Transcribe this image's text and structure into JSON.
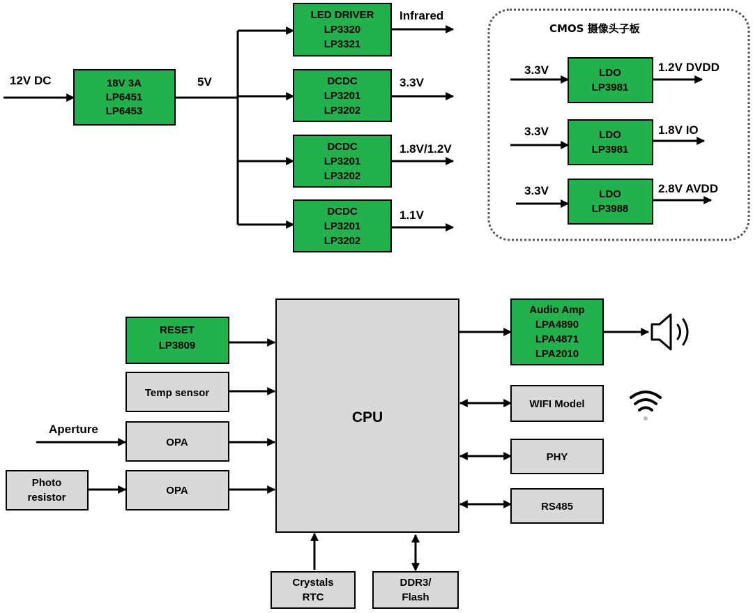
{
  "colors": {
    "green": "#22b14c",
    "gray": "#d9d9d9",
    "stroke": "#000000"
  },
  "power": {
    "input_label": "12V DC",
    "main_reg": [
      "18V 3A",
      "LP6451",
      "LP6453"
    ],
    "bus_label": "5V",
    "branches": [
      {
        "lines": [
          "LED DRIVER",
          "LP3320",
          "LP3321"
        ],
        "out": "Infrared"
      },
      {
        "lines": [
          "DCDC",
          "LP3201",
          "LP3202"
        ],
        "out": "3.3V"
      },
      {
        "lines": [
          "DCDC",
          "LP3201",
          "LP3202"
        ],
        "out": "1.8V/1.2V"
      },
      {
        "lines": [
          "DCDC",
          "LP3201",
          "LP3202"
        ],
        "out": "1.1V"
      }
    ]
  },
  "cmos": {
    "title": "CMOS 摄像头子板",
    "ldos": [
      {
        "in": "3.3V",
        "lines": [
          "LDO",
          "LP3981"
        ],
        "out": "1.2V DVDD"
      },
      {
        "in": "3.3V",
        "lines": [
          "LDO",
          "LP3981"
        ],
        "out": "1.8V IO"
      },
      {
        "in": "3.3V",
        "lines": [
          "LDO",
          "LP3988"
        ],
        "out": "2.8V AVDD"
      }
    ]
  },
  "system": {
    "cpu": "CPU",
    "reset": [
      "RESET",
      "LP3809"
    ],
    "temp": "Temp sensor",
    "aperture_label": "Aperture",
    "opa1": "OPA",
    "photo": [
      "Photo",
      "resistor"
    ],
    "opa2": "OPA",
    "audio": [
      "Audio Amp",
      "LPA4890",
      "LPA4871",
      "LPA2010"
    ],
    "wifi": "WIFI Model",
    "phy": "PHY",
    "rs485": "RS485",
    "crystals": [
      "Crystals",
      "RTC"
    ],
    "ddr": [
      "DDR3/",
      "Flash"
    ]
  },
  "icons": [
    "speaker-icon",
    "wifi-icon"
  ]
}
